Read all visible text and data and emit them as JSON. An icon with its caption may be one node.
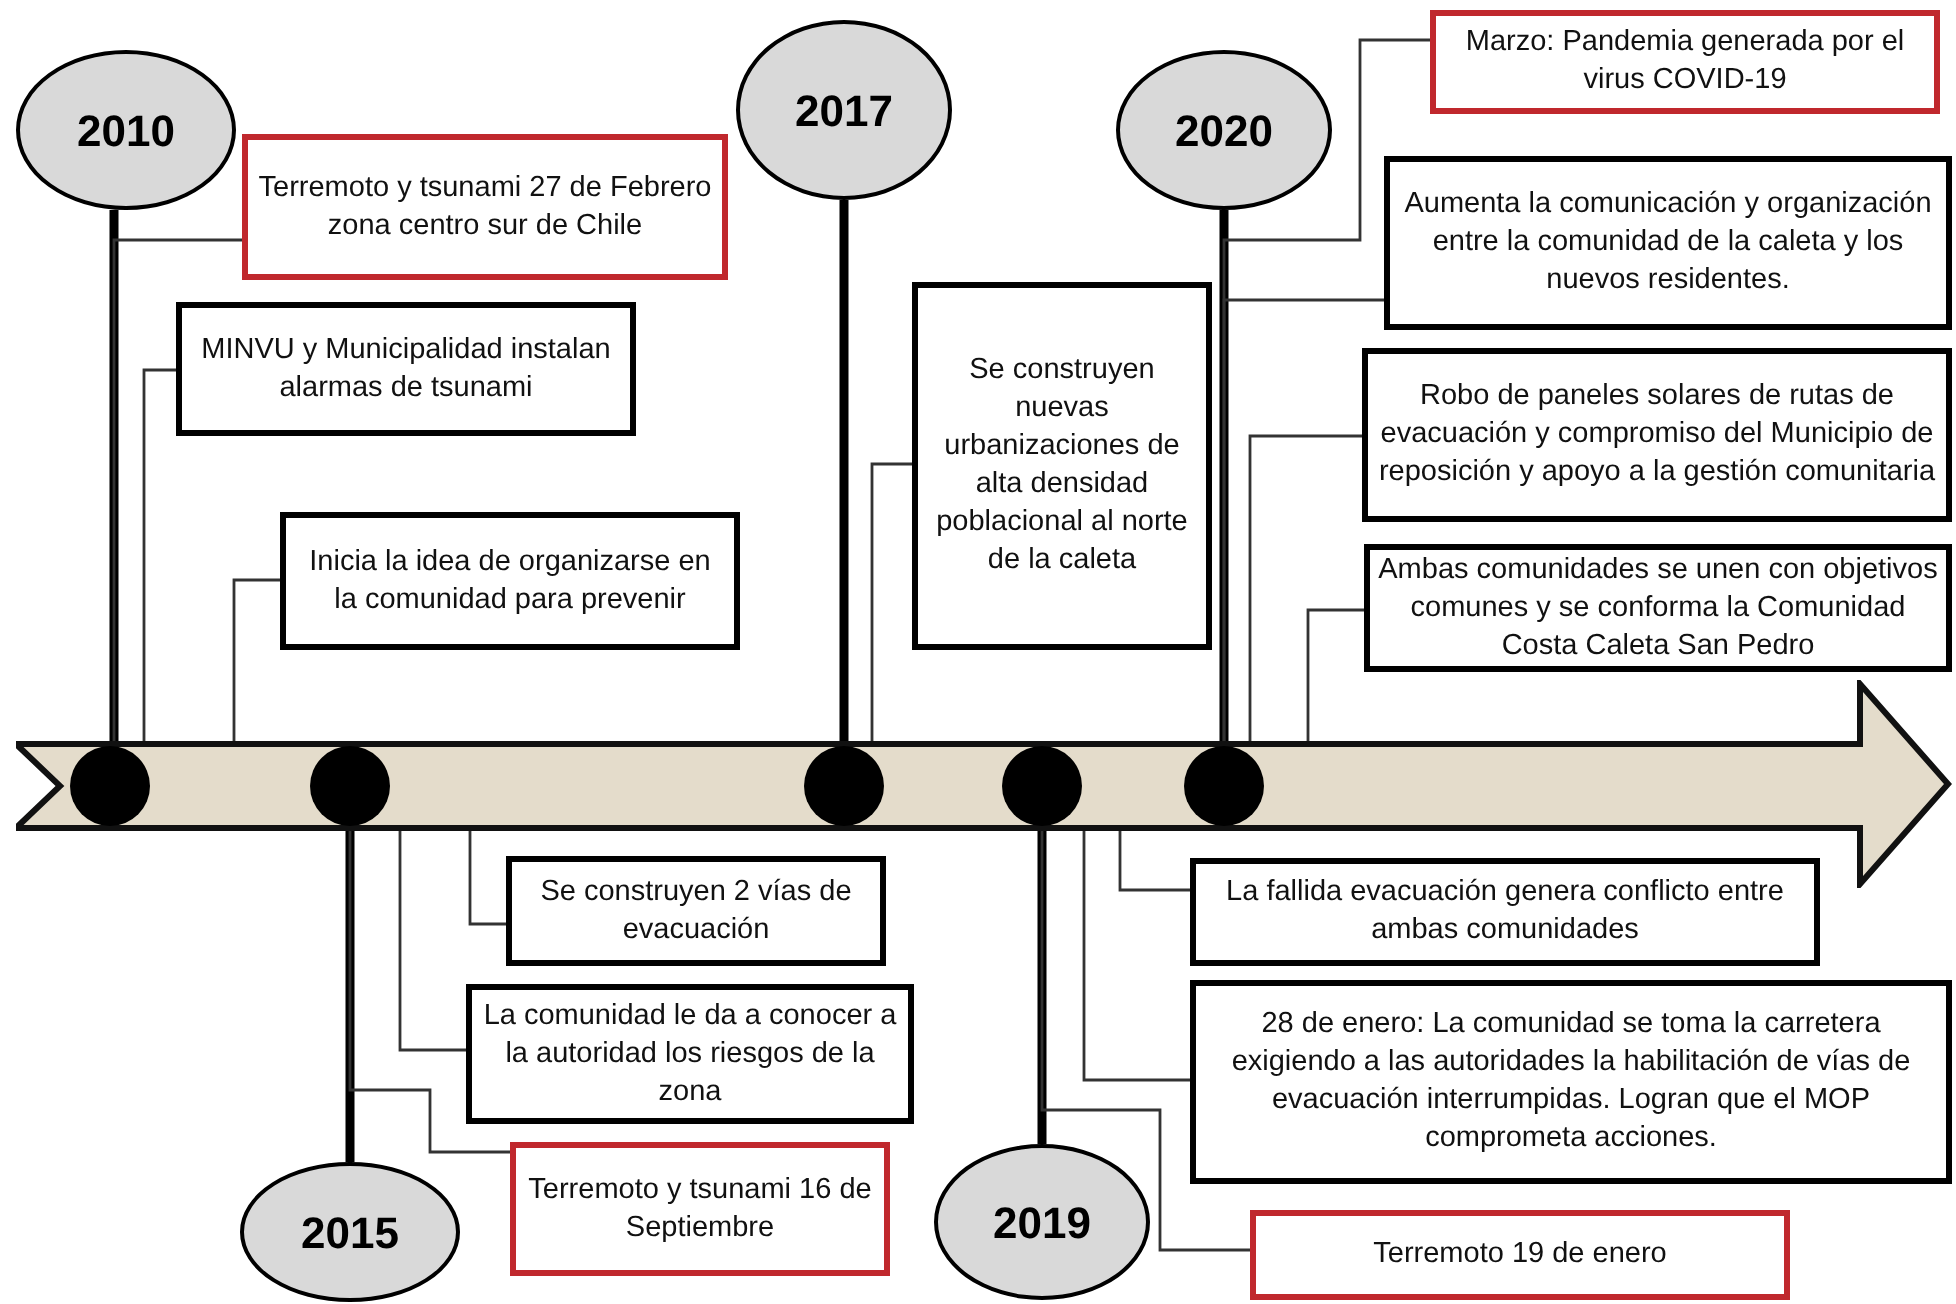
{
  "diagram": {
    "nodes": [
      {
        "text": [
          "2010"
        ]
      },
      {
        "text": [
          "Terremoto y tsunami 27 de Febrero zona centro sur de Chile"
        ]
      },
      {
        "text": [
          "MINVU y Municipalidad instalan alarmas de tsunami"
        ]
      },
      {
        "text": [
          "Inicia la idea de organizarse en la comunidad para prevenir"
        ]
      },
      {
        "text": [
          "2017"
        ]
      },
      {
        "text": [
          "Se construyen nuevas urbanizaciones de alta densidad poblacional al norte de la caleta"
        ]
      },
      {
        "text": [
          "2020"
        ]
      },
      {
        "text": [
          "Marzo: Pandemia generada por el virus COVID-19"
        ]
      },
      {
        "text": [
          "Aumenta la comunicación y organización entre la comunidad de la caleta y los nuevos residentes."
        ]
      },
      {
        "text": [
          "Robo de paneles solares de rutas de evacuación y compromiso del Municipio de reposición y apoyo a la gestión comunitaria"
        ]
      },
      {
        "text": [
          "Ambas comunidades se unen con objetivos comunes y se conforma la Comunidad Costa Caleta San Pedro"
        ]
      },
      {
        "text": [],
        "shape": "arrow"
      },
      {
        "text": [],
        "shape": "circle",
        "in": 11
      },
      {
        "text": [],
        "shape": "circle",
        "in": 11
      },
      {
        "text": [],
        "shape": "circle",
        "in": 11
      },
      {
        "text": [],
        "shape": "circle",
        "in": 11
      },
      {
        "text": [],
        "shape": "circle",
        "in": 11
      },
      {
        "text": [
          "Se construyen 2 vías de evacuación"
        ]
      },
      {
        "text": [
          "La comunidad le da a conocer a la autoridad los riesgos de la zona"
        ]
      },
      {
        "text": [
          "2015"
        ]
      },
      {
        "text": [
          "Terremoto y tsunami 16 de Septiembre"
        ]
      },
      {
        "text": [
          "La fallida evacuación genera conflicto entre ambas comunidades"
        ]
      },
      {
        "text": [
          "28 de enero: La comunidad se toma la carretera exigiendo a las autoridades la habilitación de vías de evacuación interrumpidas. Logran que el MOP comprometa acciones."
        ]
      },
      {
        "text": [
          "2019"
        ]
      },
      {
        "text": [
          "Terremoto 19 de enero"
        ]
      }
    ],
    "edges": [
      {
        "from": 0,
        "to": 12,
        "arrow": "none",
        "style": "thick"
      },
      {
        "from": 1,
        "to": 12,
        "arrow": "none"
      },
      {
        "from": 2,
        "to": 11,
        "arrow": "none"
      },
      {
        "from": 3,
        "to": 11,
        "arrow": "none"
      },
      {
        "from": 4,
        "to": 14,
        "arrow": "none",
        "style": "thick"
      },
      {
        "from": 5,
        "to": 11,
        "arrow": "none"
      },
      {
        "from": 6,
        "to": 16,
        "arrow": "none",
        "style": "thick"
      },
      {
        "from": 7,
        "to": 16,
        "arrow": "none"
      },
      {
        "from": 8,
        "to": 16,
        "arrow": "none"
      },
      {
        "from": 9,
        "to": 11,
        "arrow": "none"
      },
      {
        "from": 10,
        "to": 11,
        "arrow": "none"
      },
      {
        "from": 19,
        "to": 13,
        "arrow": "none",
        "style": "thick"
      },
      {
        "from": 17,
        "to": 11,
        "arrow": "none"
      },
      {
        "from": 18,
        "to": 11,
        "arrow": "none"
      },
      {
        "from": 20,
        "to": 13,
        "arrow": "none"
      },
      {
        "from": 23,
        "to": 15,
        "arrow": "none",
        "style": "thick"
      },
      {
        "from": 21,
        "to": 11,
        "arrow": "none"
      },
      {
        "from": 22,
        "to": 11,
        "arrow": "none"
      },
      {
        "from": 24,
        "to": 15,
        "arrow": "none"
      }
    ]
  }
}
